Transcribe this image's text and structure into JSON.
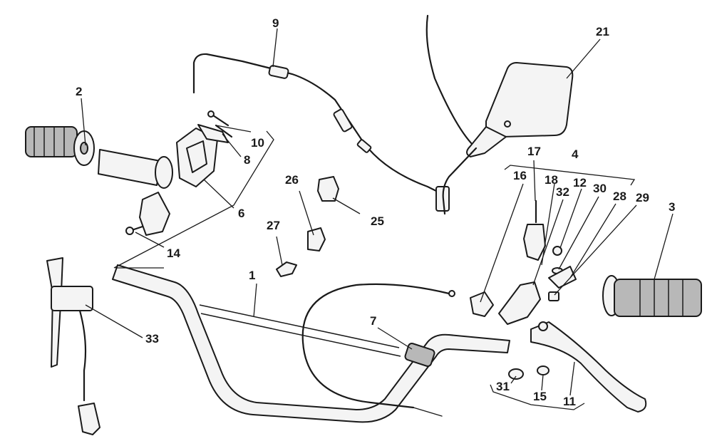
{
  "callouts": {
    "c1": "1",
    "c2": "2",
    "c3": "3",
    "c4": "4",
    "c6": "6",
    "c7": "7",
    "c8": "8",
    "c9": "9",
    "c10": "10",
    "c11": "11",
    "c12": "12",
    "c14": "14",
    "c15": "15",
    "c16": "16",
    "c17": "17",
    "c18": "18",
    "c21": "21",
    "c25": "25",
    "c26": "26",
    "c27": "27",
    "c28": "28",
    "c29": "29",
    "c30": "30",
    "c31": "31",
    "c32": "32",
    "c33": "33"
  },
  "colors": {
    "line": "#1a1a1a",
    "fill": "#f4f4f4",
    "shade": "#b8b8b8"
  }
}
